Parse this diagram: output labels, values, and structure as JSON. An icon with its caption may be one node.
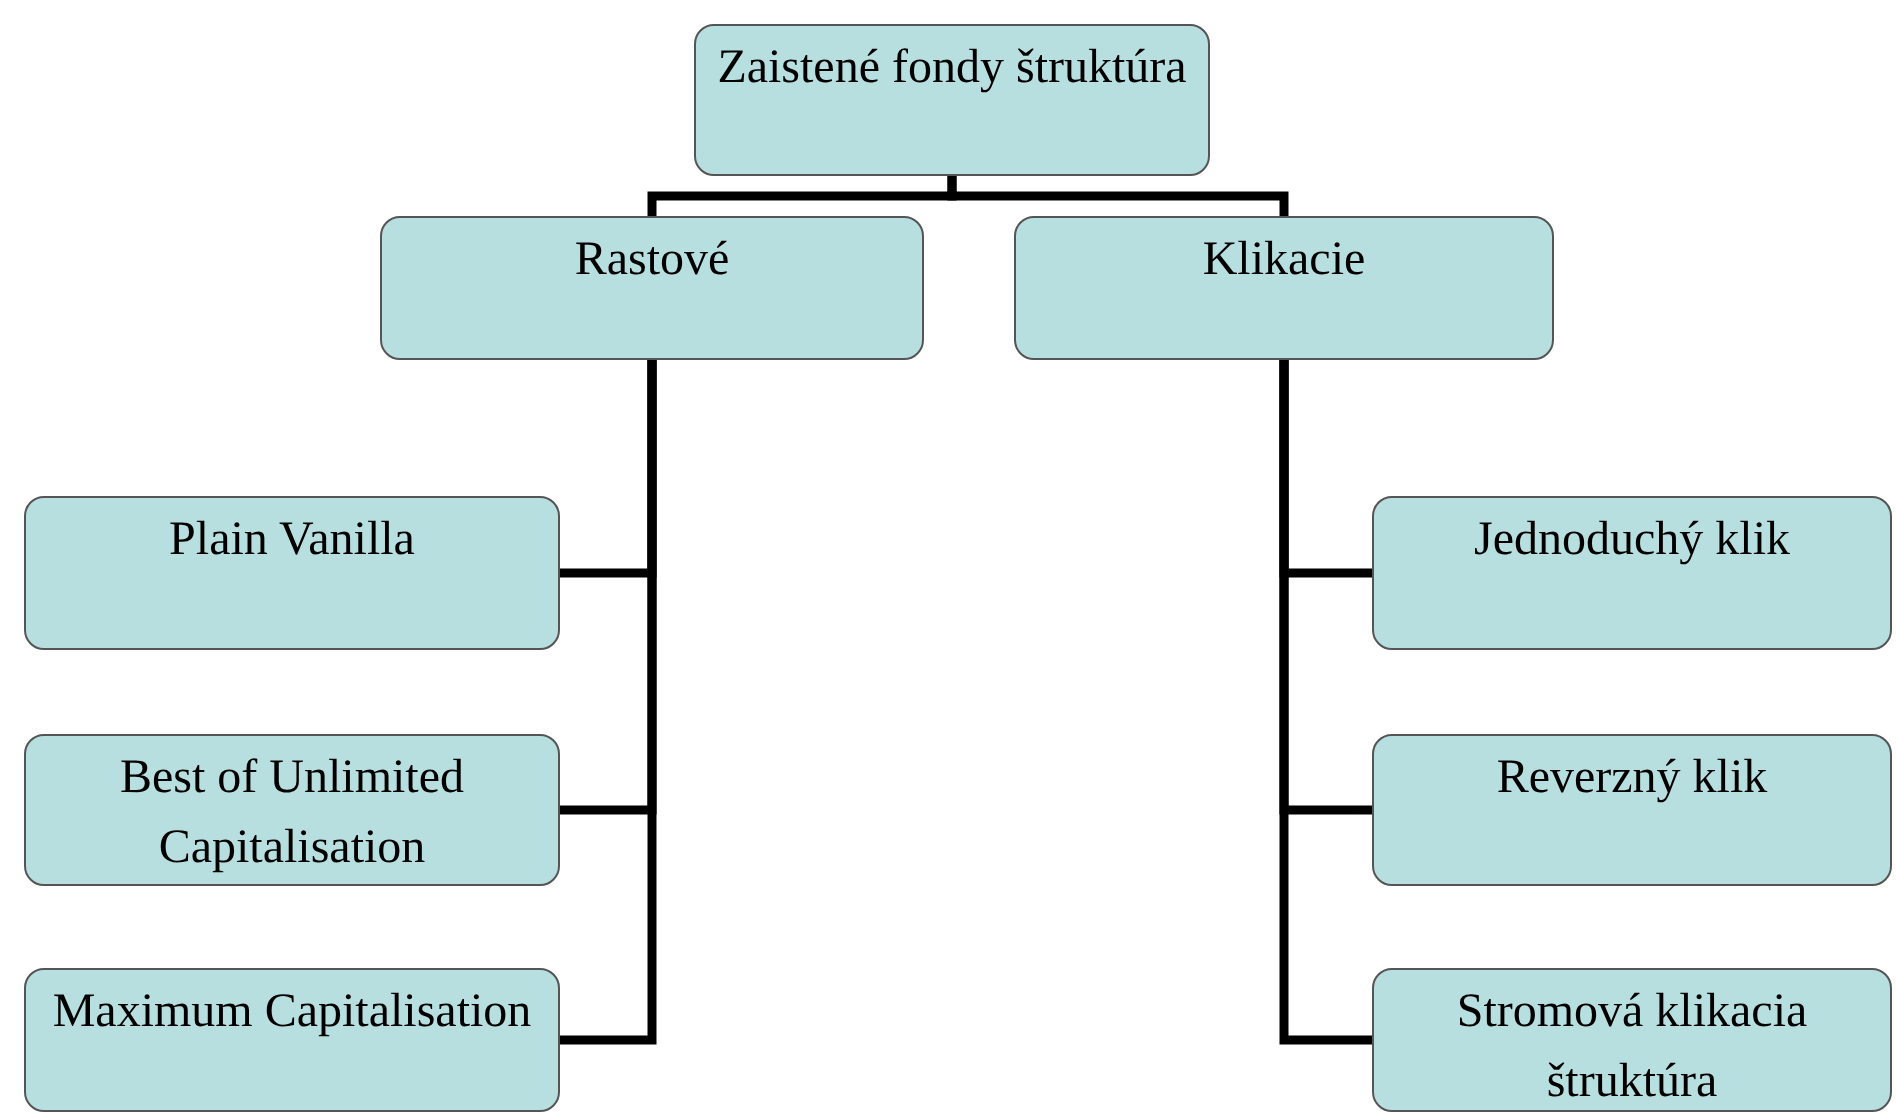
{
  "diagram": {
    "nodes": [
      {
        "text": [
          "Zaistené fondy štruktúra"
        ]
      },
      {
        "text": [
          "Rastové"
        ]
      },
      {
        "text": [
          "Klikacie"
        ]
      },
      {
        "text": [
          "Plain Vanilla"
        ]
      },
      {
        "text": [
          "Best of Unlimited Capitalisation"
        ]
      },
      {
        "text": [
          "Maximum Capitalisation"
        ]
      },
      {
        "text": [
          "Jednoduchý klik"
        ]
      },
      {
        "text": [
          "Reverzný klik"
        ]
      },
      {
        "text": [
          "Stromová klikacia štruktúra"
        ]
      }
    ],
    "edges": [
      {
        "from": 0,
        "to": 1,
        "arrow": "none"
      },
      {
        "from": 0,
        "to": 2,
        "arrow": "none"
      },
      {
        "from": 1,
        "to": 3,
        "arrow": "none"
      },
      {
        "from": 1,
        "to": 4,
        "arrow": "none"
      },
      {
        "from": 1,
        "to": 5,
        "arrow": "none"
      },
      {
        "from": 2,
        "to": 6,
        "arrow": "none"
      },
      {
        "from": 2,
        "to": 7,
        "arrow": "none"
      },
      {
        "from": 2,
        "to": 8,
        "arrow": "none"
      }
    ]
  }
}
